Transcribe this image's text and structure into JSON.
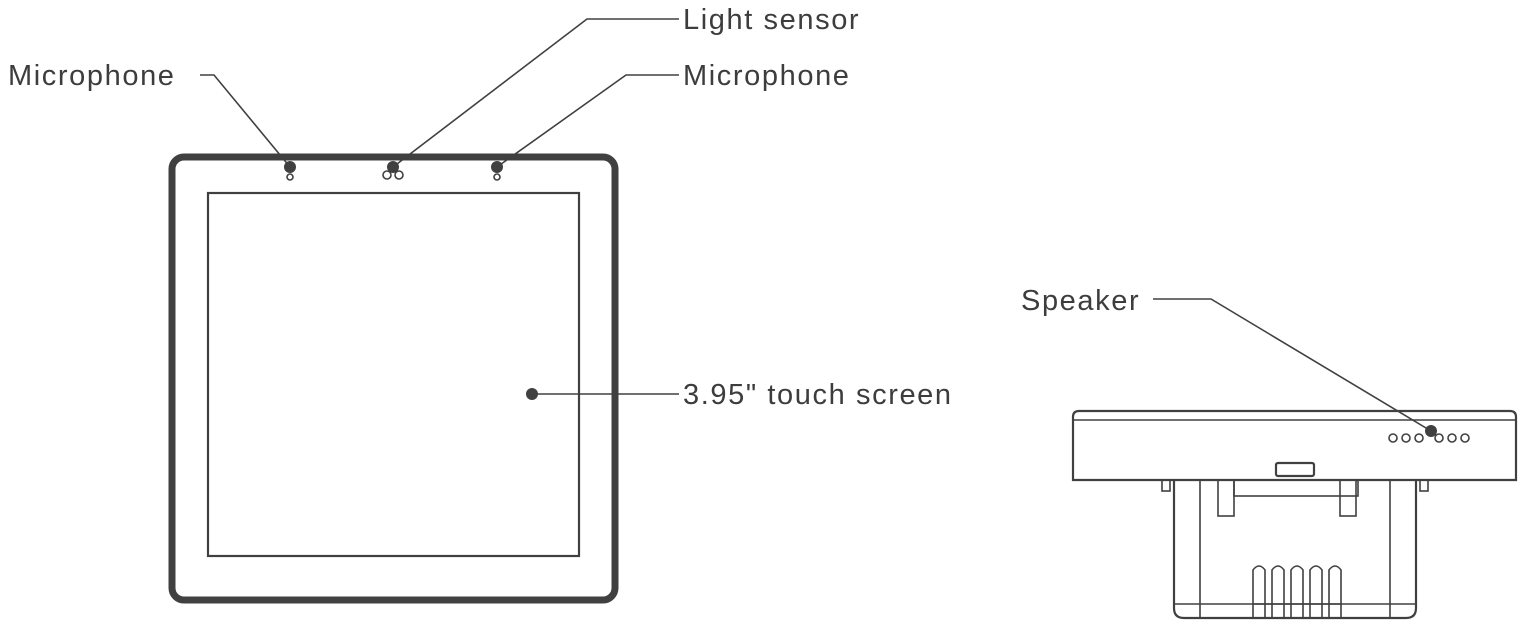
{
  "labels": {
    "microphone_left": "Microphone",
    "light_sensor": "Light sensor",
    "microphone_right": "Microphone",
    "touch_screen": "3.95\" touch screen",
    "speaker": "Speaker"
  },
  "colors": {
    "line": "#404040",
    "text": "#3d3d3d",
    "background": "#ffffff"
  }
}
